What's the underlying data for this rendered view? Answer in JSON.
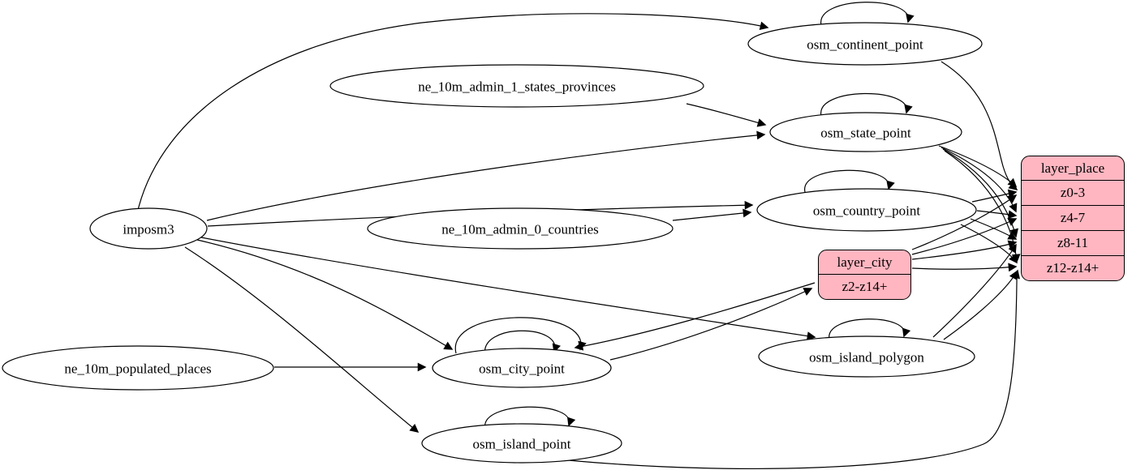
{
  "diagram": {
    "type": "etl-graph",
    "background": "#ffffff",
    "node_fill": "#ffffff",
    "record_fill": "#ffb6c1",
    "stroke_color": "#000000",
    "nodes": {
      "imposm3": {
        "label": "imposm3"
      },
      "ne_10m_admin_1_states_provinces": {
        "label": "ne_10m_admin_1_states_provinces"
      },
      "ne_10m_admin_0_countries": {
        "label": "ne_10m_admin_0_countries"
      },
      "ne_10m_populated_places": {
        "label": "ne_10m_populated_places"
      },
      "osm_continent_point": {
        "label": "osm_continent_point"
      },
      "osm_state_point": {
        "label": "osm_state_point"
      },
      "osm_country_point": {
        "label": "osm_country_point"
      },
      "osm_city_point": {
        "label": "osm_city_point"
      },
      "osm_island_polygon": {
        "label": "osm_island_polygon"
      },
      "osm_island_point": {
        "label": "osm_island_point"
      }
    },
    "records": {
      "layer_city": {
        "title": "layer_city",
        "rows": [
          "z2-z14+"
        ]
      },
      "layer_place": {
        "title": "layer_place",
        "rows": [
          "z0-3",
          "z4-7",
          "z8-11",
          "z12-z14+"
        ]
      }
    },
    "edges": [
      {
        "from": "imposm3",
        "to": "osm_continent_point"
      },
      {
        "from": "imposm3",
        "to": "osm_state_point"
      },
      {
        "from": "imposm3",
        "to": "osm_country_point"
      },
      {
        "from": "imposm3",
        "to": "osm_city_point"
      },
      {
        "from": "imposm3",
        "to": "osm_island_polygon"
      },
      {
        "from": "imposm3",
        "to": "osm_island_point"
      },
      {
        "from": "ne_10m_admin_1_states_provinces",
        "to": "osm_state_point"
      },
      {
        "from": "ne_10m_admin_0_countries",
        "to": "osm_country_point"
      },
      {
        "from": "ne_10m_populated_places",
        "to": "osm_city_point"
      },
      {
        "from": "osm_continent_point",
        "to": "osm_continent_point",
        "self": true
      },
      {
        "from": "osm_state_point",
        "to": "osm_state_point",
        "self": true
      },
      {
        "from": "osm_country_point",
        "to": "osm_country_point",
        "self": true
      },
      {
        "from": "osm_city_point",
        "to": "osm_city_point",
        "self": true
      },
      {
        "from": "osm_city_point",
        "to": "osm_city_point",
        "self": true
      },
      {
        "from": "osm_island_polygon",
        "to": "osm_island_polygon",
        "self": true
      },
      {
        "from": "osm_island_point",
        "to": "osm_island_point",
        "self": true
      },
      {
        "from": "osm_city_point",
        "to": "layer_city",
        "port": "z2-z14+"
      },
      {
        "from": "layer_city",
        "to": "osm_city_point"
      },
      {
        "from": "osm_continent_point",
        "to": "layer_place",
        "port": "z0-3"
      },
      {
        "from": "osm_state_point",
        "to": "layer_place",
        "port": "z0-3"
      },
      {
        "from": "osm_state_point",
        "to": "layer_place",
        "port": "z4-7"
      },
      {
        "from": "osm_state_point",
        "to": "layer_place",
        "port": "z8-11"
      },
      {
        "from": "osm_state_point",
        "to": "layer_place",
        "port": "z12-z14+"
      },
      {
        "from": "osm_country_point",
        "to": "layer_place",
        "port": "z0-3"
      },
      {
        "from": "osm_country_point",
        "to": "layer_place",
        "port": "z4-7"
      },
      {
        "from": "osm_country_point",
        "to": "layer_place",
        "port": "z8-11"
      },
      {
        "from": "osm_country_point",
        "to": "layer_place",
        "port": "z12-z14+"
      },
      {
        "from": "layer_city",
        "to": "layer_place",
        "port": "z0-3"
      },
      {
        "from": "layer_city",
        "to": "layer_place",
        "port": "z4-7"
      },
      {
        "from": "layer_city",
        "to": "layer_place",
        "port": "z8-11"
      },
      {
        "from": "layer_city",
        "to": "layer_place",
        "port": "z12-z14+"
      },
      {
        "from": "osm_island_polygon",
        "to": "layer_place",
        "port": "z8-11"
      },
      {
        "from": "osm_island_polygon",
        "to": "layer_place",
        "port": "z12-z14+"
      },
      {
        "from": "osm_island_point",
        "to": "layer_place",
        "port": "z12-z14+"
      }
    ]
  }
}
